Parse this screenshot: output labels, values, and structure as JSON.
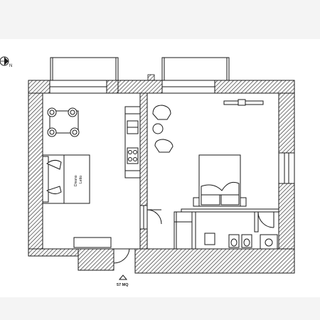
{
  "plan": {
    "area_label": "57 MQ",
    "sofa_label_line1": "Divano",
    "sofa_label_line2": "Letto",
    "north_label": "N"
  },
  "colors": {
    "band": "#f4f4f4",
    "paper": "#ffffff",
    "line": "#1a1a1a",
    "hatch": "#2a2a2a"
  },
  "icons": {
    "compass": "compass-icon",
    "area_marker": "triangle-icon"
  }
}
